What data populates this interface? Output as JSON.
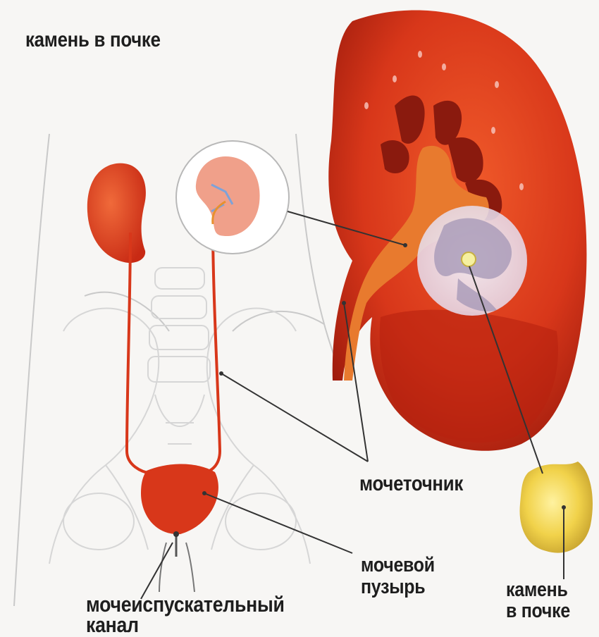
{
  "title": "камень в почке",
  "labels": {
    "ureter": "мочеточник",
    "bladder": [
      "мочевой",
      "пузырь"
    ],
    "urethra": [
      "мочеиспускательный",
      "канал"
    ],
    "stone": [
      "камень",
      "в почке"
    ]
  },
  "colors": {
    "background": "#f7f6f4",
    "organ_red": "#d8371a",
    "organ_dark": "#b01e0e",
    "renal_pelvis": "#e87a2e",
    "stone_yellow": "#f1d24a",
    "outline": "#c8c8c8",
    "text": "#1e1e1e"
  }
}
